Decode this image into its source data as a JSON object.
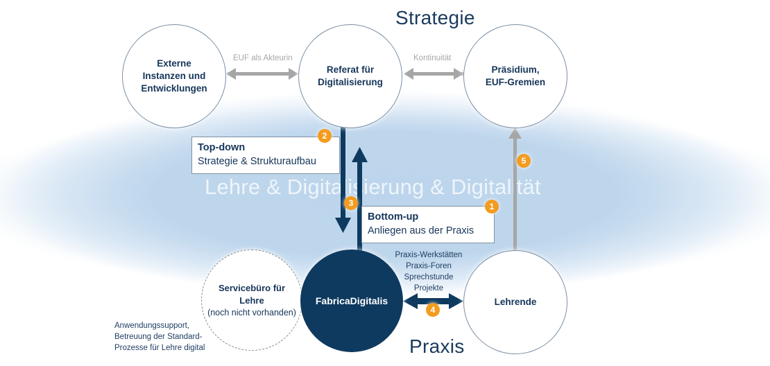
{
  "headings": {
    "strategy": "Strategie",
    "practice": "Praxis",
    "background_watermark": "Lehre & Digitalisierung & Digitalität"
  },
  "nodes": {
    "external": [
      "Externe",
      "Instanzen und",
      "Entwicklungen"
    ],
    "referat": [
      "Referat für",
      "Digitalisierung"
    ],
    "praesidium": [
      "Präsidium,",
      "EUF-Gremien"
    ],
    "servicebuero": {
      "title": [
        "Servicebüro für",
        "Lehre"
      ],
      "note": "(noch nicht vorhanden)"
    },
    "fabrica": "FabricaDigitalis",
    "lehrende": "Lehrende"
  },
  "connections": {
    "external_referat": "EUF als Akteurin",
    "referat_praesidium": "Kontinuität",
    "fabrica_lehrende": [
      "Praxis-Werkstätten",
      "Praxis-Foren",
      "Sprechstunde",
      "Projekte"
    ]
  },
  "boxes": {
    "topdown": {
      "heading": "Top-down",
      "text": "Strategie & Strukturaufbau"
    },
    "bottomup": {
      "heading": "Bottom-up",
      "text": "Anliegen aus der Praxis"
    }
  },
  "badges": {
    "b1": "1",
    "b2": "2",
    "b3": "3",
    "b4": "4",
    "b5": "5"
  },
  "service_note": [
    "Anwendungssupport,",
    "Betreuung der Standard-",
    "Prozesse für Lehre digital"
  ],
  "colors": {
    "navy": "#0f3a5f",
    "badge_orange": "#f39c1f",
    "gray_arrow": "#a6a6a6",
    "glow_blue": "#bcd5ec"
  }
}
